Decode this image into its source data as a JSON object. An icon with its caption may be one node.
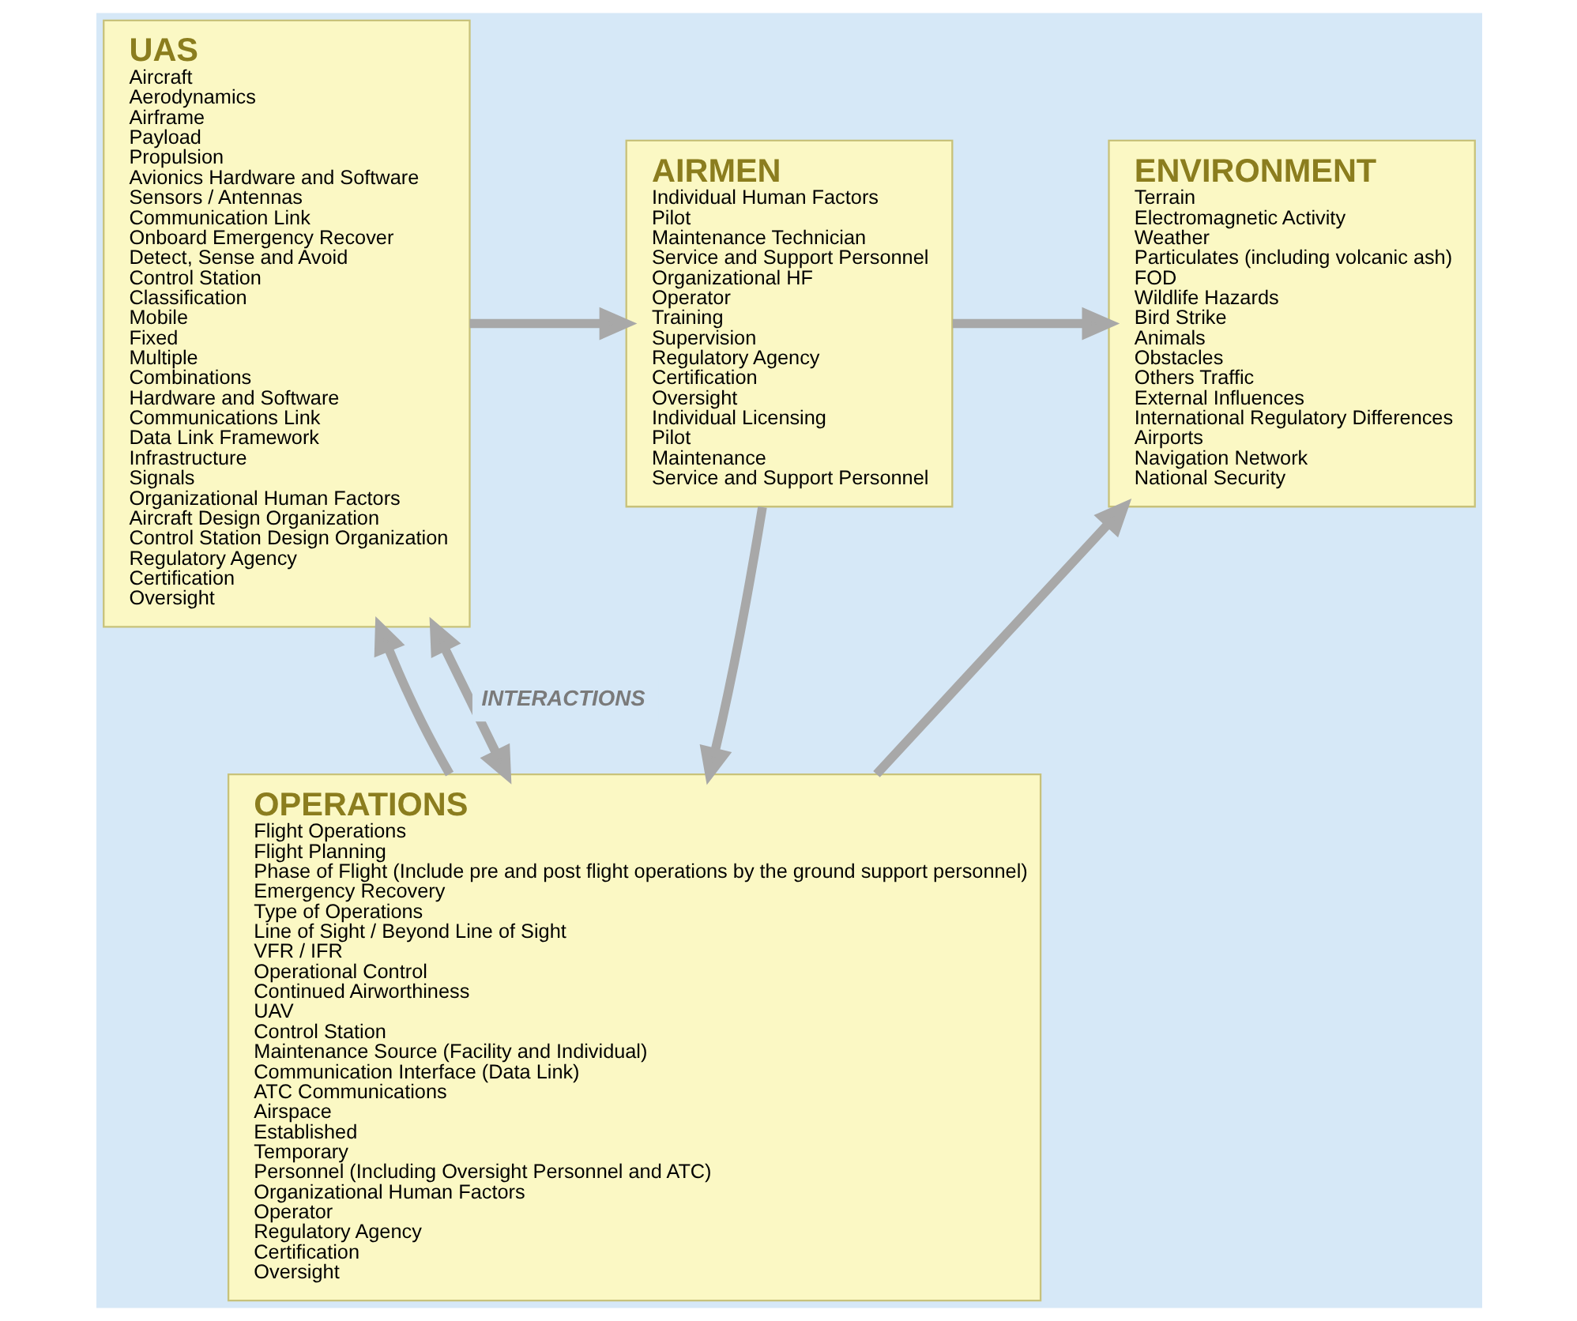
{
  "diagram": {
    "nodes": [
      {
        "text": [
          "AIRMEN",
          "Individual Human Factors",
          "Pilot",
          "Maintenance Technician",
          "Service and Support Personnel",
          "Organizational HF",
          "Operator",
          "Training",
          "Supervision",
          "Regulatory Agency",
          "Certification",
          "Oversight",
          "Individual Licensing",
          "Pilot",
          "Maintenance",
          "Service and Support Personnel"
        ]
      },
      {
        "text": [
          "ENVIRONMENT",
          "Terrain",
          "Electromagnetic Activity",
          "Weather",
          "Particulates (including volcanic ash)",
          "FOD",
          "Wildlife Hazards",
          "Bird Strike",
          "Animals",
          "Obstacles",
          "Others Traffic",
          "External Influences",
          "International Regulatory Differences",
          "Airports",
          "Navigation Network",
          "National Security"
        ]
      },
      {
        "text": [
          "UAS",
          "Aircraft",
          "Aerodynamics",
          "Airframe",
          "Payload",
          "Propulsion",
          "Avionics Hardware and Software",
          "Sensors / Antennas",
          "Communication Link",
          "Onboard Emergency Recover",
          "Detect, Sense and Avoid",
          "Control Station",
          "Classification",
          "Mobile",
          "Fixed",
          "Multiple",
          "Combinations",
          "Hardware and Software",
          "Communications Link",
          "Data Link Framework",
          "Infrastructure",
          "Signals",
          "Organizational Human Factors",
          "Aircraft Design Organization",
          "Control Station Design Organization",
          "Regulatory Agency",
          "Certification",
          "Oversight"
        ]
      },
      {
        "text": [
          "OPERATIONS",
          "Flight Operations",
          "Flight Planning",
          "Phase of Flight (Include pre and post flight operations by the ground support personnel)",
          "Emergency Recovery",
          "Type of Operations",
          "Line of Sight / Beyond Line of Sight",
          "VFR / IFR",
          "Operational Control",
          "Continued Airworthiness",
          "UAV",
          "Control Station",
          "Maintenance Source (Facility and Individual)",
          "Communication Interface (Data Link)",
          "ATC Communications",
          "Airspace",
          "Established",
          "Temporary",
          "Personnel (Including Oversight Personnel and ATC)",
          "Organizational Human Factors",
          "Operator",
          "Regulatory Agency",
          "Certification",
          "Oversight"
        ]
      }
    ],
    "edges": [
      {
        "from": 2,
        "to": 0,
        "arrow": "to"
      },
      {
        "from": 0,
        "to": 1,
        "arrow": "to"
      },
      {
        "from": 3,
        "to": 1,
        "arrow": "to"
      },
      {
        "from": 3,
        "to": 2,
        "arrow": "to"
      },
      {
        "from": 0,
        "to": 3,
        "arrow": "to"
      },
      {
        "from": 2,
        "to": 3,
        "arrow": "both",
        "label": "INTERACTIONS"
      }
    ]
  }
}
